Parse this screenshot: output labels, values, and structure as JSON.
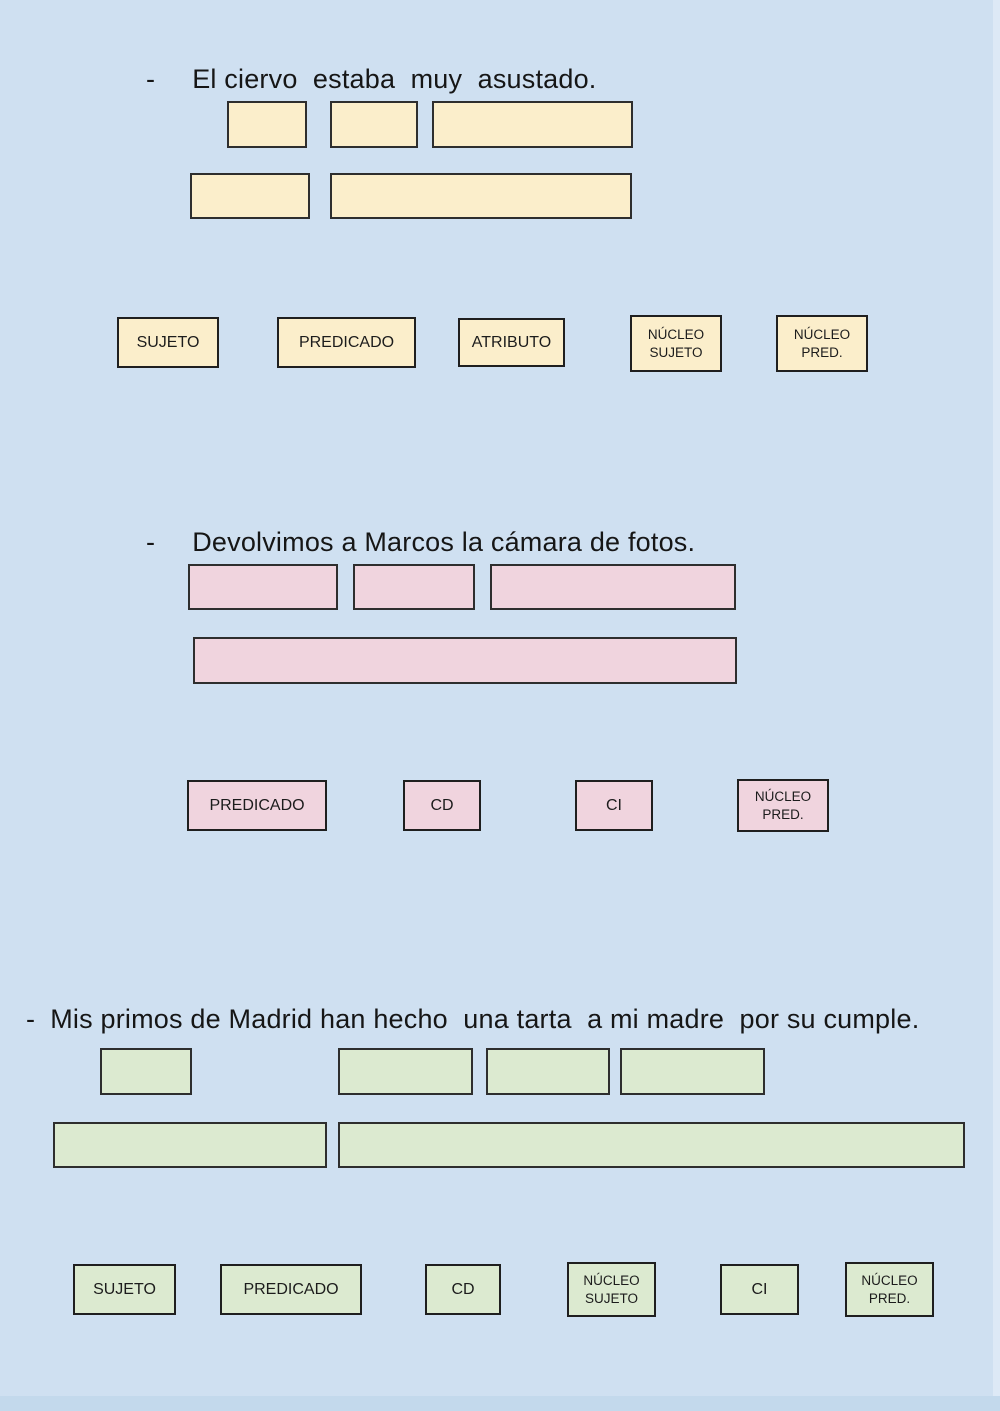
{
  "page": {
    "background_color": "#cfe0f1",
    "bottom_bar_color": "#c3d9ec"
  },
  "sections": [
    {
      "name": "atributo-exercise",
      "accent_color": "#fbeecb",
      "bullet": "-",
      "sentence": "El ciervo  estaba  muy  asustado.",
      "labels": [
        "SUJETO",
        "PREDICADO",
        "ATRIBUTO",
        "NÚCLEO SUJETO",
        "NÚCLEO PRED."
      ]
    },
    {
      "name": "cd-ci-exercise",
      "accent_color": "#f0d4de",
      "bullet": "-",
      "sentence": "Devolvimos a Marcos la cámara de fotos.",
      "labels": [
        "PREDICADO",
        "CD",
        "CI",
        "NÚCLEO PRED."
      ]
    },
    {
      "name": "full-analysis-exercise",
      "accent_color": "#dcead0",
      "bullet": "-",
      "sentence": "Mis primos de Madrid han hecho  una tarta  a mi madre  por su cumple.",
      "labels": [
        "SUJETO",
        "PREDICADO",
        "CD",
        "NÚCLEO SUJETO",
        "CI",
        "NÚCLEO PRED."
      ]
    }
  ]
}
